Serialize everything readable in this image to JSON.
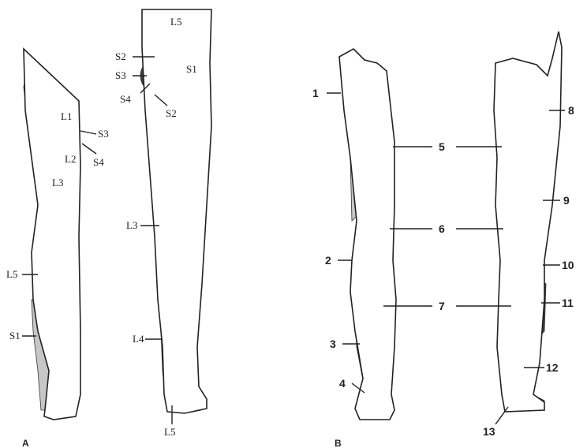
{
  "colors": {
    "dark": "#4a3a35",
    "mid": "#8e8a88",
    "light": "#c9c7c6",
    "pale": "#eeeeee",
    "white": "#ffffff",
    "black": "#111111"
  },
  "panel_a": {
    "label": "A",
    "dermatomes": {
      "l1": "L1",
      "l2": "L2",
      "l3_front": "L3",
      "l5_front": "L5",
      "s1_front": "S1",
      "s3_front": "S3",
      "s4_front": "S4",
      "l5_top": "L5",
      "s2_top": "S2",
      "s3_back": "S3",
      "s4_back": "S4",
      "s1_back": "S1",
      "s2_back": "S2",
      "l3_back": "L3",
      "l4": "L4",
      "l5_bottom": "L5"
    }
  },
  "panel_b": {
    "label": "B",
    "numbers": [
      "1",
      "2",
      "3",
      "4",
      "5",
      "6",
      "7",
      "8",
      "9",
      "10",
      "11",
      "12",
      "13"
    ]
  }
}
